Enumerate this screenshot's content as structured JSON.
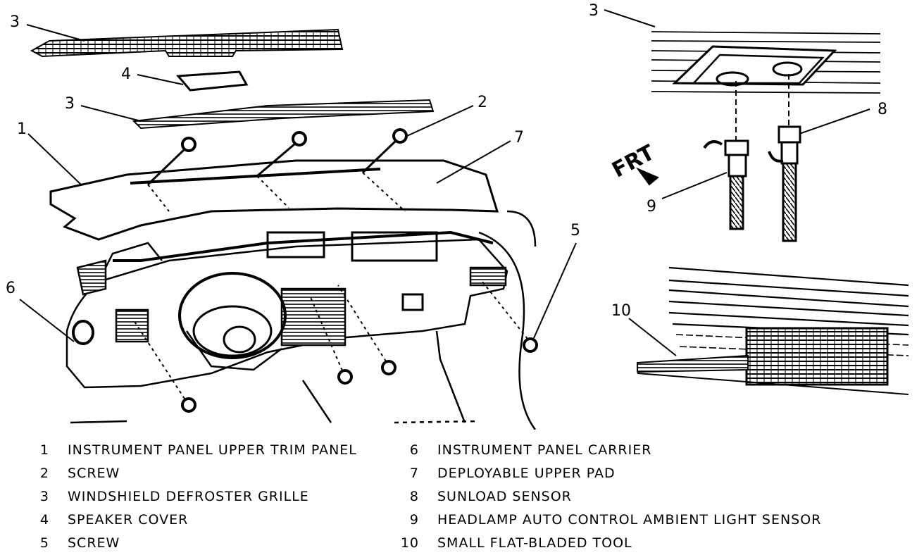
{
  "callouts": {
    "c3a": "3",
    "c4": "4",
    "c3b": "3",
    "c1": "1",
    "c2": "2",
    "c7": "7",
    "c6": "6",
    "c5": "5",
    "c3c": "3",
    "c8": "8",
    "c9": "9",
    "c10": "10"
  },
  "direction_label": "FRT",
  "legend": {
    "left": [
      {
        "num": "1",
        "text": "INSTRUMENT PANEL UPPER TRIM PANEL"
      },
      {
        "num": "2",
        "text": "SCREW"
      },
      {
        "num": "3",
        "text": "WINDSHIELD DEFROSTER GRILLE"
      },
      {
        "num": "4",
        "text": "SPEAKER COVER"
      },
      {
        "num": "5",
        "text": "SCREW"
      }
    ],
    "right": [
      {
        "num": "6",
        "text": "INSTRUMENT PANEL CARRIER"
      },
      {
        "num": "7",
        "text": "DEPLOYABLE UPPER PAD"
      },
      {
        "num": "8",
        "text": "SUNLOAD SENSOR"
      },
      {
        "num": "9",
        "text": "HEADLAMP AUTO CONTROL AMBIENT LIGHT SENSOR"
      },
      {
        "num": "10",
        "text": "SMALL FLAT-BLADED TOOL"
      }
    ]
  }
}
